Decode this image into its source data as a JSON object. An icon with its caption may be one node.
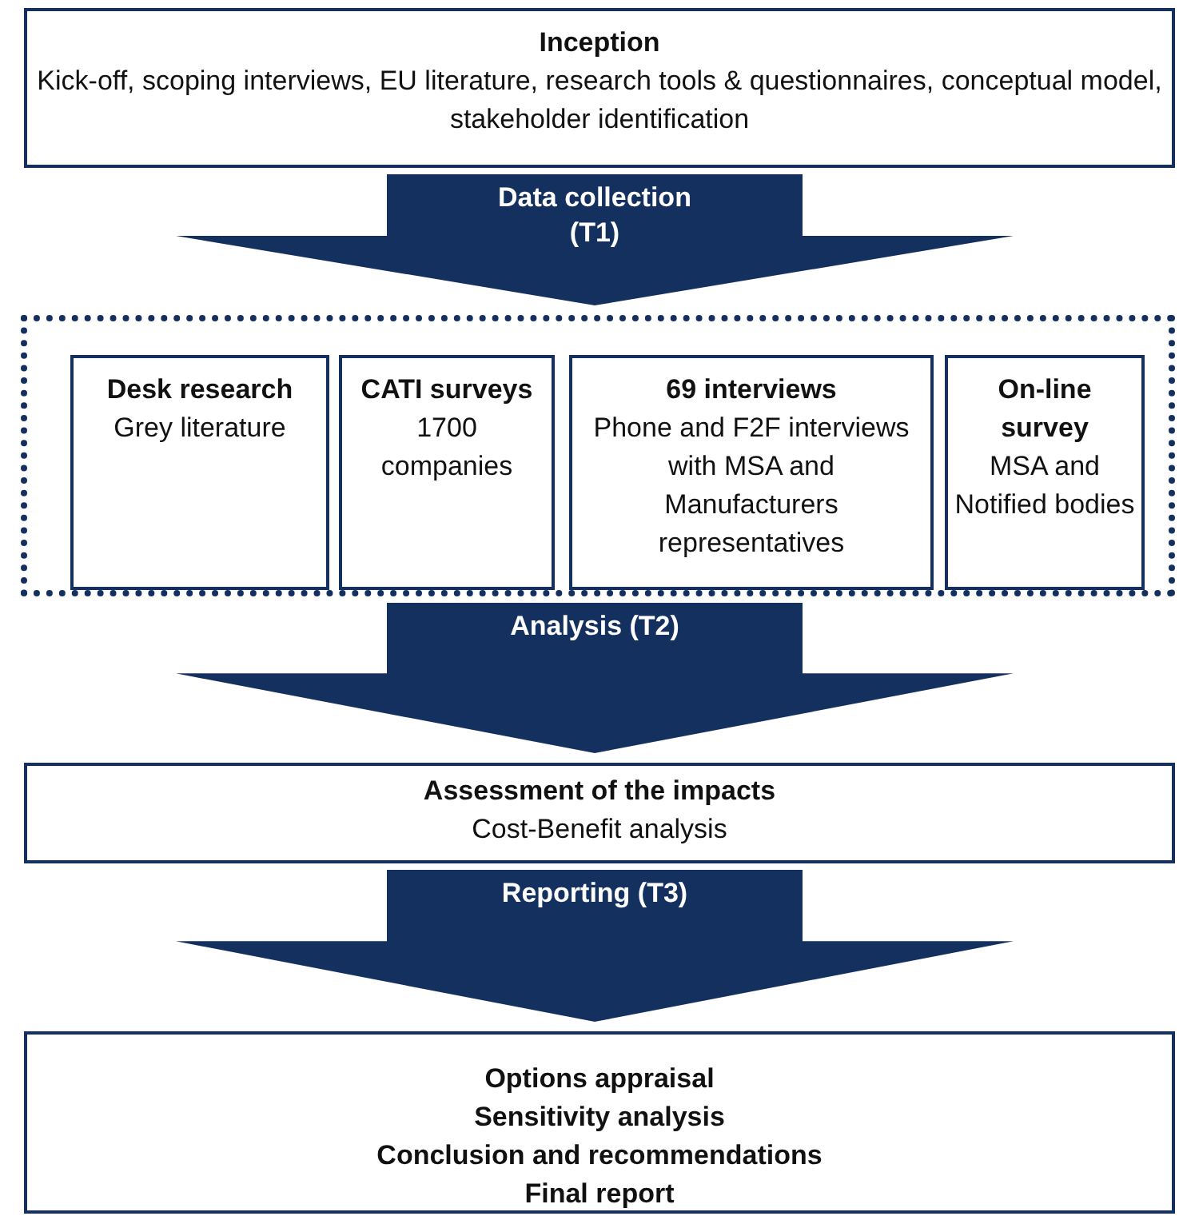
{
  "diagram": {
    "nodes": [
      {
        "text": [
          "Inception",
          "Kick-off, scoping interviews, EU literature, research tools & questionnaires, conceptual model, stakeholder identification"
        ]
      },
      {
        "text": [],
        "shape": "box"
      },
      {
        "text": [
          "Desk research",
          "Grey literature"
        ],
        "in": 1
      },
      {
        "text": [
          "CATI surveys",
          "1700 companies"
        ],
        "in": 1
      },
      {
        "text": [
          "69 interviews",
          "Phone and F2F interviews with MSA and Manufacturers representatives"
        ],
        "in": 1
      },
      {
        "text": [
          "On-line survey",
          "MSA and Notified bodies"
        ],
        "in": 1
      },
      {
        "text": [
          "Assessment of the impacts",
          "Cost-Benefit analysis"
        ]
      },
      {
        "text": [
          "Options appraisal",
          "Sensitivity analysis",
          "Conclusion and recommendations",
          "Final report"
        ]
      }
    ],
    "edges": [
      {
        "from": 0,
        "to": 1,
        "arrow": "to",
        "label": "Data collection (T1)"
      },
      {
        "from": 1,
        "to": 6,
        "arrow": "to",
        "label": "Analysis (T2)"
      },
      {
        "from": 6,
        "to": 7,
        "arrow": "to",
        "label": "Reporting (T3)"
      }
    ]
  }
}
